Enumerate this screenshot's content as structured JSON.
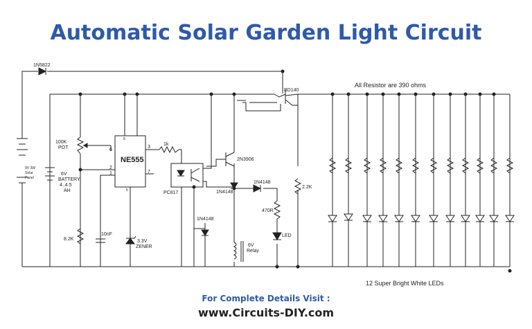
{
  "title": "Automatic Solar Garden Light Circuit",
  "components": {
    "diode_top": "1N5822",
    "resistor_note": "All Resistor are 390 ohms",
    "transistor_bd140": "BD140",
    "solar_panel": "9V 3W Solar Panel",
    "battery": "6V BATTERY 4..4.5 AH",
    "pot": "100K POT",
    "ic": "NE555",
    "resistor_1k": "1k",
    "optocoupler": "PC817",
    "transistor_2n3906": "2N3906",
    "diode_1n4148_a": "1N4148",
    "diode_1n4148_b": "1N4148",
    "diode_1n4148_c": "1N4148",
    "resistor_22k": "2.2K",
    "resistor_470r": "470R",
    "led_label": "LED",
    "relay": "6V Relay",
    "resistor_82k": "8.2K",
    "capacitor": "10nF",
    "zener": "3.3V ZENER",
    "pin_8": "8",
    "pin_6": "6",
    "pin_3": "3",
    "pin_2": "2",
    "pin_1": "1",
    "pin_7": "7",
    "pin_5": "5",
    "led_array_label": "12 Super Bright White LEDs"
  },
  "footer": {
    "label": "For Complete Details Visit :",
    "url": "www.Circuits-DIY.com"
  }
}
